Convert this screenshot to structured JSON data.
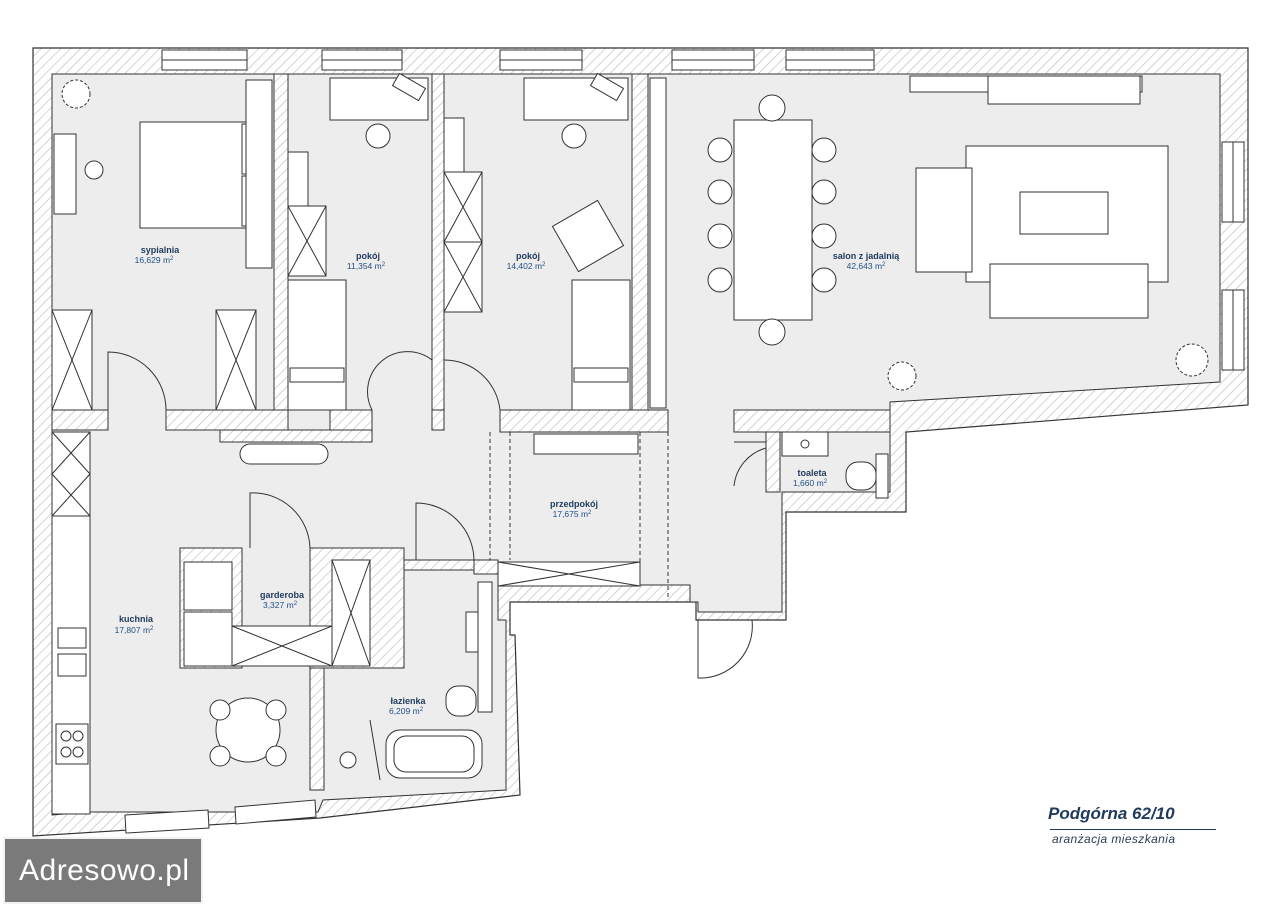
{
  "rooms": [
    {
      "id": "sypialnia",
      "name": "sypialnia",
      "area": "16,629 m",
      "unit_sup": "2"
    },
    {
      "id": "pokoj1",
      "name": "pokój",
      "area": "11,354 m",
      "unit_sup": "2"
    },
    {
      "id": "pokoj2",
      "name": "pokój",
      "area": "14,402 m",
      "unit_sup": "2"
    },
    {
      "id": "salon",
      "name": "salon z jadalnią",
      "area": "42,643 m",
      "unit_sup": "2"
    },
    {
      "id": "toaleta",
      "name": "toaleta",
      "area": "1,660 m",
      "unit_sup": "2"
    },
    {
      "id": "przedpokoj",
      "name": "przedpokój",
      "area": "17,675 m",
      "unit_sup": "2"
    },
    {
      "id": "garderoba",
      "name": "garderoba",
      "area": "3,327 m",
      "unit_sup": "2"
    },
    {
      "id": "kuchnia",
      "name": "kuchnia",
      "area": "17,807 m",
      "unit_sup": "2"
    },
    {
      "id": "lazienka",
      "name": "łazienka",
      "area": "6,209 m",
      "unit_sup": "2"
    }
  ],
  "title": {
    "main": "Podgórna 62/10",
    "subtitle": "aranżacja mieszkania"
  },
  "watermark": {
    "text": "Adresowo.pl"
  },
  "colors": {
    "wall_fill": "#ffffff",
    "wall_hatch": "#b9b9b9",
    "wall_stroke": "#333333",
    "floor": "#ededed",
    "text_dark": "#1f3a5c",
    "text_area": "#1f4f86"
  }
}
